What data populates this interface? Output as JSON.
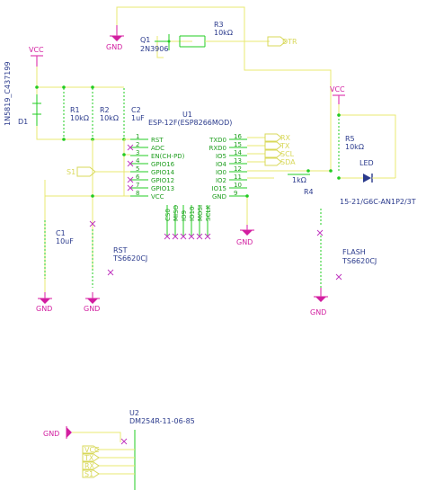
{
  "power": {
    "vcc": "VCC",
    "gnd": "GND"
  },
  "q1": {
    "ref": "Q1",
    "part": "2N3906"
  },
  "r3": {
    "ref": "R3",
    "value": "10kΩ"
  },
  "d1": {
    "ref": "D1",
    "part": "1N5819_C437199"
  },
  "r1": {
    "ref": "R1",
    "value": "10kΩ"
  },
  "r2": {
    "ref": "R2",
    "value": "10kΩ"
  },
  "c2": {
    "ref": "C2",
    "value": "1uF"
  },
  "c1": {
    "ref": "C1",
    "value": "10uF"
  },
  "u1": {
    "ref": "U1",
    "part": "ESP-12F(ESP8266MOD)",
    "left_pins": [
      {
        "name": "RST",
        "num": "1"
      },
      {
        "name": "ADC",
        "num": "2"
      },
      {
        "name": "EN(CH-PD)",
        "num": "3"
      },
      {
        "name": "GPIO16",
        "num": "4"
      },
      {
        "name": "GPIO14",
        "num": "5"
      },
      {
        "name": "GPIO12",
        "num": "6"
      },
      {
        "name": "GPIO13",
        "num": "7"
      },
      {
        "name": "VCC",
        "num": "8"
      }
    ],
    "right_pins": [
      {
        "name": "TXD0",
        "num": "16"
      },
      {
        "name": "RXD0",
        "num": "15"
      },
      {
        "name": "IO5",
        "num": "14"
      },
      {
        "name": "IO4",
        "num": "13"
      },
      {
        "name": "IO0",
        "num": "12"
      },
      {
        "name": "IO2",
        "num": "11"
      },
      {
        "name": "IO15",
        "num": "10"
      },
      {
        "name": "GND",
        "num": "9"
      }
    ],
    "bottom_pins": [
      "CS0",
      "MISO",
      "IO9",
      "IO10",
      "MOSI",
      "SCLK"
    ]
  },
  "rst_sw": {
    "ref": "RST",
    "part": "TS6620CJ"
  },
  "flash_sw": {
    "ref": "FLASH",
    "part": "TS6620CJ"
  },
  "r5": {
    "ref": "R5",
    "value": "10kΩ"
  },
  "r4": {
    "ref": "R4",
    "value": "1kΩ"
  },
  "led": {
    "ref": "LED",
    "part": "15-21/G6C-AN1P2/3T"
  },
  "u2": {
    "ref": "U2",
    "part": "DM254R-11-06-85"
  },
  "nets": {
    "dtr": "DTR",
    "s1": "S1",
    "rx": "RX",
    "tx": "TX",
    "scl": "SCL",
    "sda": "SDA",
    "vcc": "VCC",
    "gnd": "GND"
  },
  "colors": {
    "wire": "#e8e870",
    "power": "#d21ea0",
    "pin": "#22cc22",
    "label": "#2a3a8c",
    "no_connect": "#c038c0"
  }
}
